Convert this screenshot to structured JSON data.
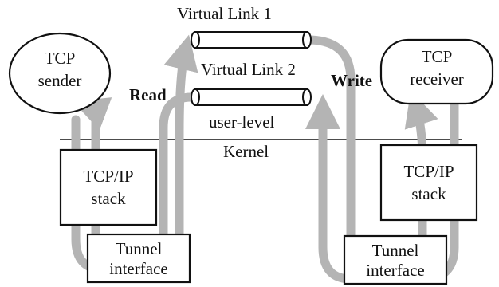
{
  "diagram": {
    "virtual_link_1": "Virtual Link 1",
    "virtual_link_2": "Virtual Link 2",
    "tcp_sender_line1": "TCP",
    "tcp_sender_line2": "sender",
    "tcp_receiver_line1": "TCP",
    "tcp_receiver_line2": "receiver",
    "read_label": "Read",
    "write_label": "Write",
    "user_level": "user-level",
    "kernel": "Kernel",
    "stack_left_line1": "TCP/IP",
    "stack_left_line2": "stack",
    "stack_right_line1": "TCP/IP",
    "stack_right_line2": "stack",
    "tunnel_left_line1": "Tunnel",
    "tunnel_left_line2": "interface",
    "tunnel_right_line1": "Tunnel",
    "tunnel_right_line2": "interface"
  },
  "colors": {
    "flow_arrow": "#b4b4b4",
    "outline": "#111111",
    "background": "#ffffff"
  }
}
